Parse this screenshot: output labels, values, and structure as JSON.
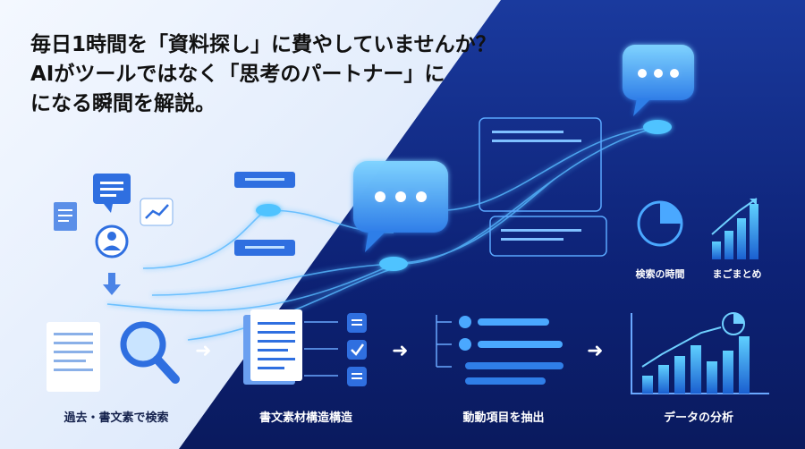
{
  "headline": {
    "line1": "毎日1時間を「資料探し」に費やしていませんか？",
    "line2": "AIがツールではなく「思考のパートナー」に",
    "line3": "になる瞬間を解説。"
  },
  "steps": [
    {
      "label": "過去・書文素で検索",
      "icon": "magnifier-document-icon"
    },
    {
      "label": "書文素材構造構造",
      "icon": "document-stack-icon"
    },
    {
      "label": "動動項目を抽出",
      "icon": "list-extract-icon"
    },
    {
      "label": "データの分析",
      "icon": "bar-chart-icon"
    }
  ],
  "stats": [
    {
      "label": "検索の時間",
      "icon": "pie-chart-icon"
    },
    {
      "label": "まごまとめ",
      "icon": "trend-chart-icon"
    }
  ],
  "colors": {
    "dark_bg": "#0d2276",
    "light_bg": "#e6efff",
    "accent": "#3ea6ff",
    "glow": "#6fd0ff"
  }
}
